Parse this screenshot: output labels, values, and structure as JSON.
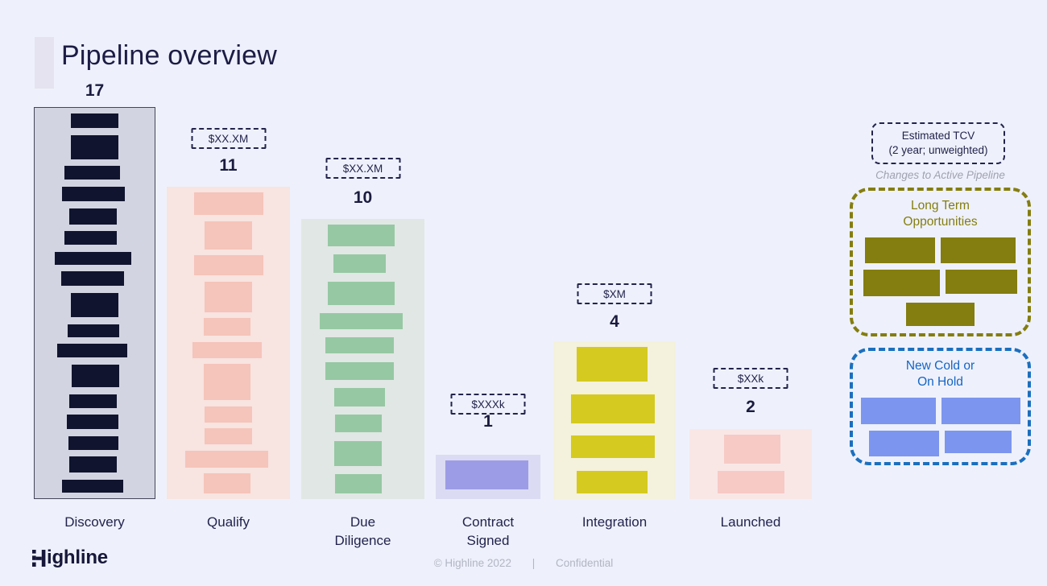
{
  "slide": {
    "title": "Pipeline overview",
    "background_color": "#eef1fb",
    "title_color": "#1c1c45"
  },
  "chart_data": {
    "type": "bar",
    "title": "Pipeline overview",
    "categories": [
      "Discovery",
      "Qualify",
      "Due Diligence",
      "Contract Signed",
      "Integration",
      "Launched"
    ],
    "values": [
      17,
      11,
      10,
      1,
      4,
      2
    ],
    "value_labels": [
      null,
      "$XX.XM",
      "$XX.XM",
      "$XXXk",
      "$XM",
      "$XXk"
    ],
    "legend_entries": [
      "Estimated TCV (2 year; unweighted)",
      "Changes to Active Pipeline",
      "Long Term Opportunities",
      "New Cold or On Hold"
    ]
  },
  "funnel": {
    "columns": [
      {
        "id": "discovery",
        "label": "Discovery",
        "count": "17",
        "value": null,
        "bg_color": "#d2d4e1",
        "bar_color": "#10142e",
        "bars": [
          [
            59,
            18,
            0
          ],
          [
            59,
            30,
            0
          ],
          [
            69,
            17,
            -3
          ],
          [
            78,
            18,
            -2
          ],
          [
            59,
            20,
            -2
          ],
          [
            65,
            17,
            -5
          ],
          [
            95,
            16,
            -2
          ],
          [
            78,
            18,
            -3
          ],
          [
            59,
            30,
            0
          ],
          [
            64,
            16,
            -2
          ],
          [
            87,
            17,
            -3
          ],
          [
            59,
            28,
            1
          ],
          [
            59,
            17,
            -2
          ],
          [
            64,
            18,
            -3
          ],
          [
            62,
            17,
            -2
          ],
          [
            59,
            20,
            -2
          ],
          [
            76,
            16,
            -3
          ]
        ]
      },
      {
        "id": "qualify",
        "label": "Qualify",
        "count": "11",
        "value": "$XX.XM",
        "bg_color": "#f8e4e1",
        "bar_color": "#f5c4ba",
        "bars": [
          [
            86,
            28,
            0
          ],
          [
            59,
            35,
            0
          ],
          [
            86,
            25,
            0
          ],
          [
            59,
            38,
            0
          ],
          [
            58,
            22,
            -2
          ],
          [
            86,
            20,
            -2
          ],
          [
            58,
            45,
            -2
          ],
          [
            59,
            20,
            0
          ],
          [
            59,
            20,
            0
          ],
          [
            103,
            21,
            -2
          ],
          [
            58,
            25,
            -2
          ]
        ]
      },
      {
        "id": "due",
        "label": "Due\nDiligence",
        "count": "10",
        "value": "$XX.XM",
        "bg_color": "#e1e7e4",
        "bar_color": "#96c8a3",
        "bars": [
          [
            83,
            27,
            -2
          ],
          [
            65,
            23,
            -4
          ],
          [
            83,
            29,
            -2
          ],
          [
            103,
            20,
            -2
          ],
          [
            85,
            20,
            -4
          ],
          [
            85,
            22,
            -4
          ],
          [
            63,
            23,
            -4
          ],
          [
            58,
            22,
            -6
          ],
          [
            59,
            31,
            -6
          ],
          [
            58,
            24,
            -6
          ]
        ]
      },
      {
        "id": "contract",
        "label": "Contract\nSigned",
        "count": "1",
        "value": "$XXXk",
        "bg_color": "#dbdbf3",
        "bar_color": "#9c9ce6",
        "bars": [
          [
            103,
            36,
            -2
          ]
        ]
      },
      {
        "id": "integration",
        "label": "Integration",
        "count": "4",
        "value": "$XM",
        "bg_color": "#f4f1dc",
        "bar_color": "#d5ca1f",
        "bars": [
          [
            88,
            43,
            -3
          ],
          [
            104,
            36,
            -2
          ],
          [
            104,
            28,
            -2
          ],
          [
            88,
            28,
            -3
          ]
        ]
      },
      {
        "id": "launched",
        "label": "Launched",
        "count": "2",
        "value": "$XXk",
        "bg_color": "#f9e7e6",
        "bar_color": "#f7cac5",
        "bars": [
          [
            70,
            36,
            2
          ],
          [
            83,
            28,
            0
          ]
        ]
      }
    ]
  },
  "legend": {
    "tcv_label": "Estimated TCV\n(2 year; unweighted)",
    "changes_label": "Changes to Active Pipeline",
    "long_term": {
      "title": "Long Term\nOpportunities",
      "accent_color": "#847d10",
      "bar_color": "#847d10",
      "rows": [
        [
          [
            87,
            32
          ],
          [
            93,
            32
          ]
        ],
        [
          [
            95,
            33
          ],
          [
            89,
            30
          ]
        ],
        [
          [
            85,
            29
          ]
        ]
      ]
    },
    "new_cold": {
      "title": "New Cold or\nOn Hold",
      "border_color": "#1b6fbf",
      "title_color": "#1565c4",
      "bar_color": "#7c95ee",
      "rows": [
        [
          [
            93,
            33
          ],
          [
            98,
            33
          ]
        ],
        [
          [
            87,
            32
          ],
          [
            83,
            28
          ]
        ]
      ]
    }
  },
  "footer": {
    "logo": "Highline",
    "copyright": "© Highline 2022",
    "separator": "|",
    "confidential": "Confidential"
  }
}
